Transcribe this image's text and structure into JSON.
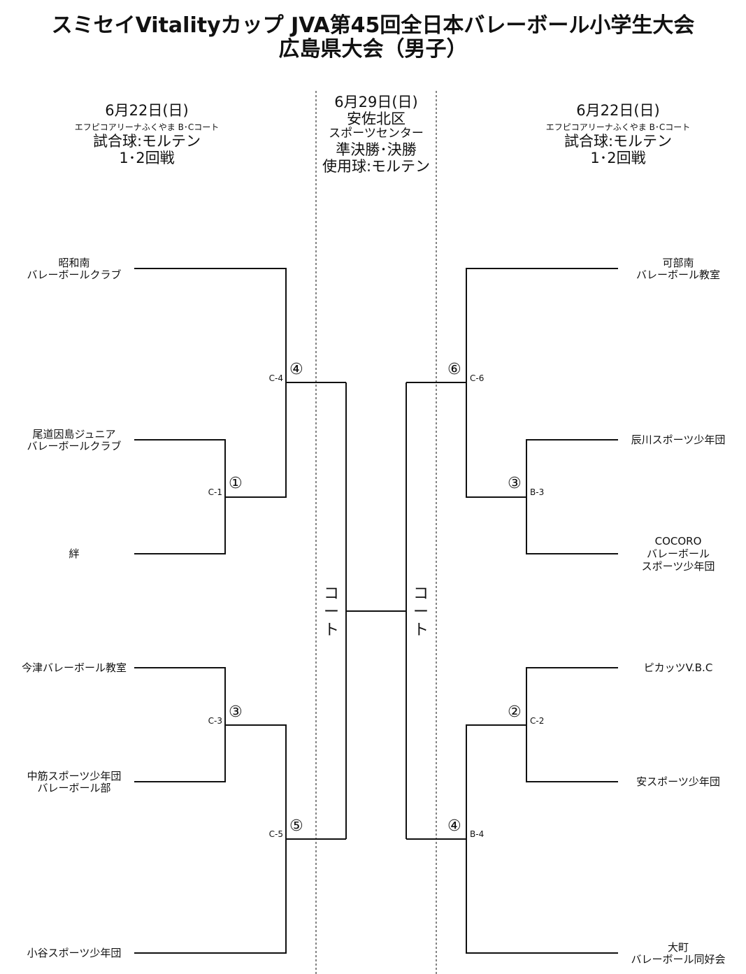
{
  "title": {
    "line1": "スミセイVitalityカップ JVA第45回全日本バレーボール小学生大会",
    "line2": "広島県大会（男子）"
  },
  "left_info": {
    "date": "6月22日(日)",
    "venue": "エフピコアリーナふくやま B･Cコート",
    "ball": "試合球:モルテン",
    "rounds": "1･2回戦"
  },
  "center_info": {
    "date": "6月29日(日)",
    "venue_line1": "安佐北区",
    "venue_line2": "スポーツセンター",
    "rounds": "準決勝･決勝",
    "ball": "使用球:モルテン"
  },
  "right_info": {
    "date": "6月22日(日)",
    "venue": "エフピコアリーナふくやま B･Cコート",
    "ball": "試合球:モルテン",
    "rounds": "1･2回戦"
  },
  "teams": {
    "left": [
      {
        "line1": "昭和南",
        "line2": "バレーボールクラブ"
      },
      {
        "line1": "尾道因島ジュニア",
        "line2": "バレーボールクラブ"
      },
      {
        "line1": "絆"
      },
      {
        "line1": "今津バレーボール教室"
      },
      {
        "line1": "中筋スポーツ少年団",
        "line2": "バレーボール部"
      },
      {
        "line1": "小谷スポーツ少年団"
      }
    ],
    "right": [
      {
        "line1": "可部南",
        "line2": "バレーボール教室"
      },
      {
        "line1": "辰川スポーツ少年団"
      },
      {
        "line1": "COCORO",
        "line2": "バレーボール",
        "line3": "スポーツ少年団"
      },
      {
        "line1": "ピカッツV.B.C"
      },
      {
        "line1": "安スポーツ少年団"
      },
      {
        "line1": "大町",
        "line2": "バレーボール同好会"
      }
    ]
  },
  "matches": {
    "c1": {
      "code": "C-1",
      "number": "①"
    },
    "c3": {
      "code": "C-3",
      "number": "③"
    },
    "c4": {
      "code": "C-4",
      "number": "④"
    },
    "c5": {
      "code": "C-5",
      "number": "⑤"
    },
    "b3": {
      "code": "B-3",
      "number": "③"
    },
    "c2": {
      "code": "C-2",
      "number": "②"
    },
    "c6": {
      "code": "C-6",
      "number": "⑥"
    },
    "b4": {
      "code": "B-4",
      "number": "④"
    }
  },
  "court_label": {
    "left": [
      "コ",
      "ー",
      "ト"
    ],
    "right": [
      "コ",
      "ー",
      "ト"
    ]
  }
}
